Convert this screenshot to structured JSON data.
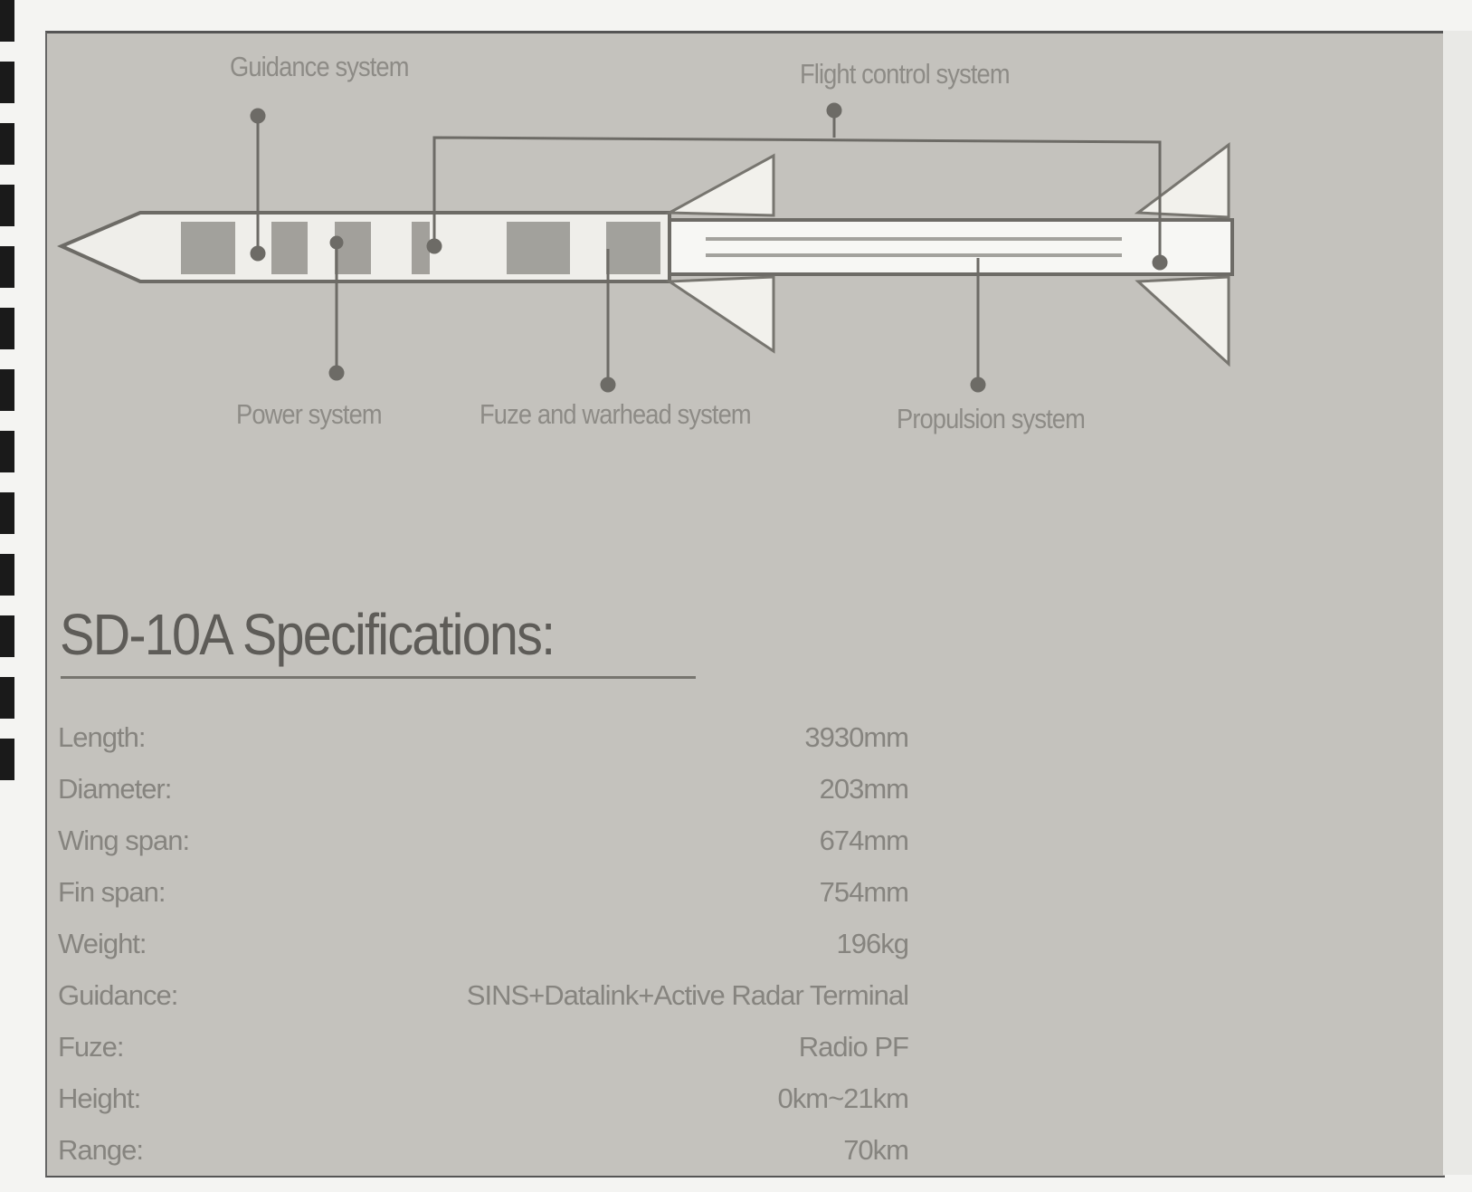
{
  "diagram": {
    "labels": {
      "guidance": "Guidance system",
      "flight_control": "Flight control system",
      "power": "Power system",
      "fuze_warhead": "Fuze and warhead system",
      "propulsion": "Propulsion system"
    }
  },
  "specs": {
    "title": "SD-10A Specifications:",
    "rows": [
      {
        "label": "Length:",
        "value": "3930mm"
      },
      {
        "label": "Diameter:",
        "value": "203mm"
      },
      {
        "label": "Wing span:",
        "value": "674mm"
      },
      {
        "label": "Fin span:",
        "value": "754mm"
      },
      {
        "label": "Weight:",
        "value": "196kg"
      },
      {
        "label": "Guidance:",
        "value": "SINS+Datalink+Active Radar Terminal"
      },
      {
        "label": "Fuze:",
        "value": "Radio PF"
      },
      {
        "label": "Height:",
        "value": "0km~21km"
      },
      {
        "label": "Range:",
        "value": "70km"
      }
    ]
  }
}
